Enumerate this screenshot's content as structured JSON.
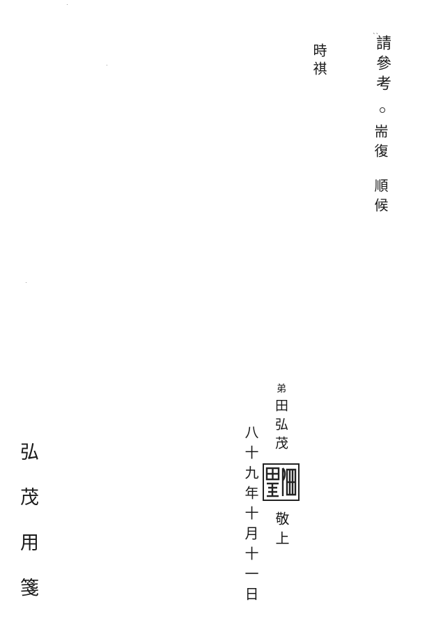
{
  "letter": {
    "line1": "請參考",
    "line2a": "耑復",
    "line2b": "順候",
    "line3": "時祺"
  },
  "signature": {
    "prefix": "弟",
    "name": "田弘茂",
    "closing": "敬上"
  },
  "date": "八十九年十月十一日",
  "letterhead": "弘茂用箋",
  "seal": {
    "description": "田弘茂",
    "color": "#222222"
  }
}
